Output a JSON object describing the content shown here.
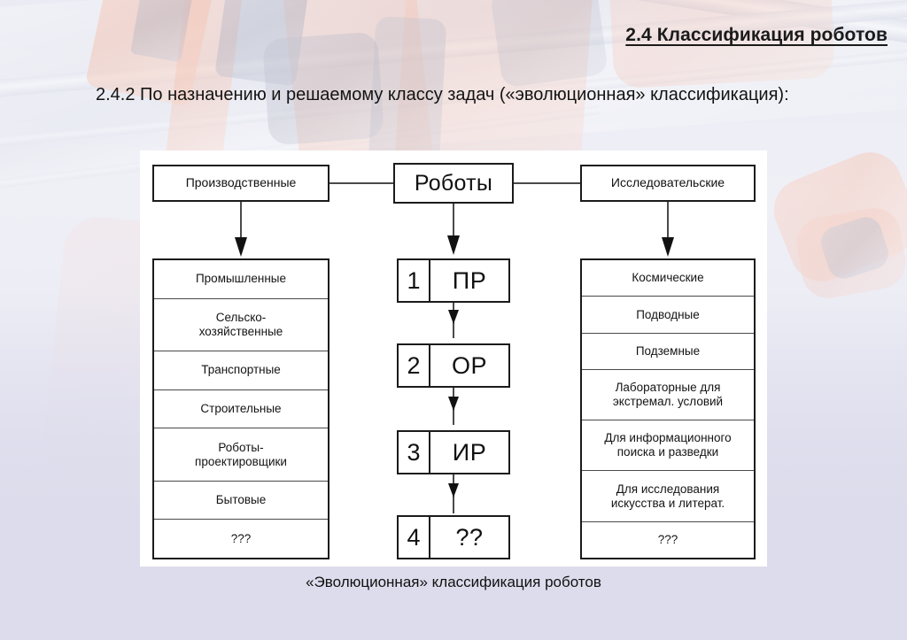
{
  "slide": {
    "title": "2.4 Классификация роботов",
    "subtitle": "2.4.2 По назначению и решаемому классу задач («эволюционная» классификация):",
    "caption": "«Эволюционная» классификация роботов"
  },
  "diagram": {
    "root": "Роботы",
    "left_head": "Производственные",
    "right_head": "Исследовательские",
    "left_items": [
      "Промышленные",
      "Сельско-\nхозяйственные",
      "Транспортные",
      "Строительные",
      "Роботы-\nпроектировщики",
      "Бытовые",
      "???"
    ],
    "right_items": [
      "Космические",
      "Подводные",
      "Подземные",
      "Лабораторные для\nэкстремал. условий",
      "Для информационного\nпоиска и разведки",
      "Для исследования\nискусства и литерат.",
      "???"
    ],
    "stages": [
      {
        "num": "1",
        "label": "ПР"
      },
      {
        "num": "2",
        "label": "ОР"
      },
      {
        "num": "3",
        "label": "ИР"
      },
      {
        "num": "4",
        "label": "??"
      }
    ]
  },
  "colors": {
    "background": "#dcdcec",
    "panel": "#ffffff",
    "ink": "#1b1b1b",
    "accent_orange": "#eb8e6d"
  }
}
